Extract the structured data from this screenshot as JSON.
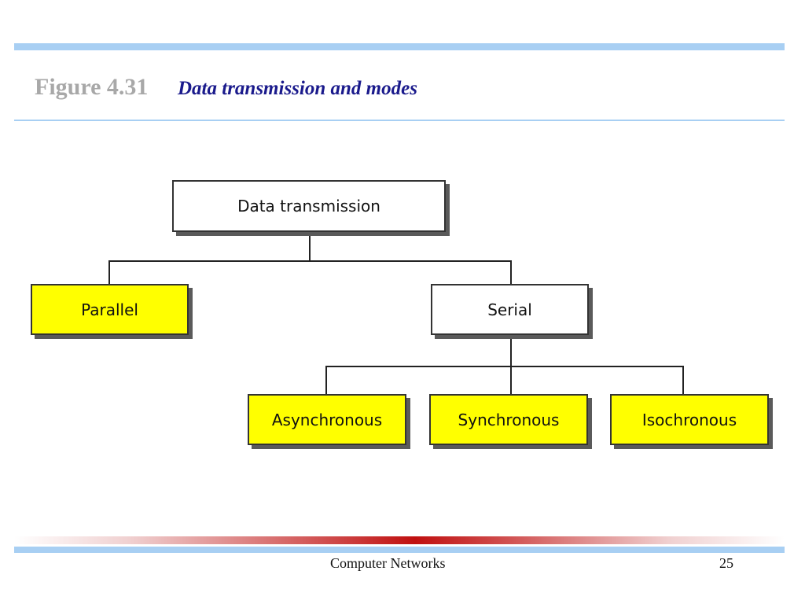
{
  "figure": {
    "number": "Figure 4.31",
    "title": "Data transmission and modes"
  },
  "diagram": {
    "root": "Data transmission",
    "level1": [
      "Parallel",
      "Serial"
    ],
    "serial_modes": [
      "Asynchronous",
      "Synchronous",
      "Isochronous"
    ]
  },
  "colors": {
    "highlight": "#ffff00",
    "accent_band": "#a8cff3",
    "title_color": "#1a1a8c"
  },
  "footer": {
    "text": "Computer Networks",
    "page": "25"
  }
}
